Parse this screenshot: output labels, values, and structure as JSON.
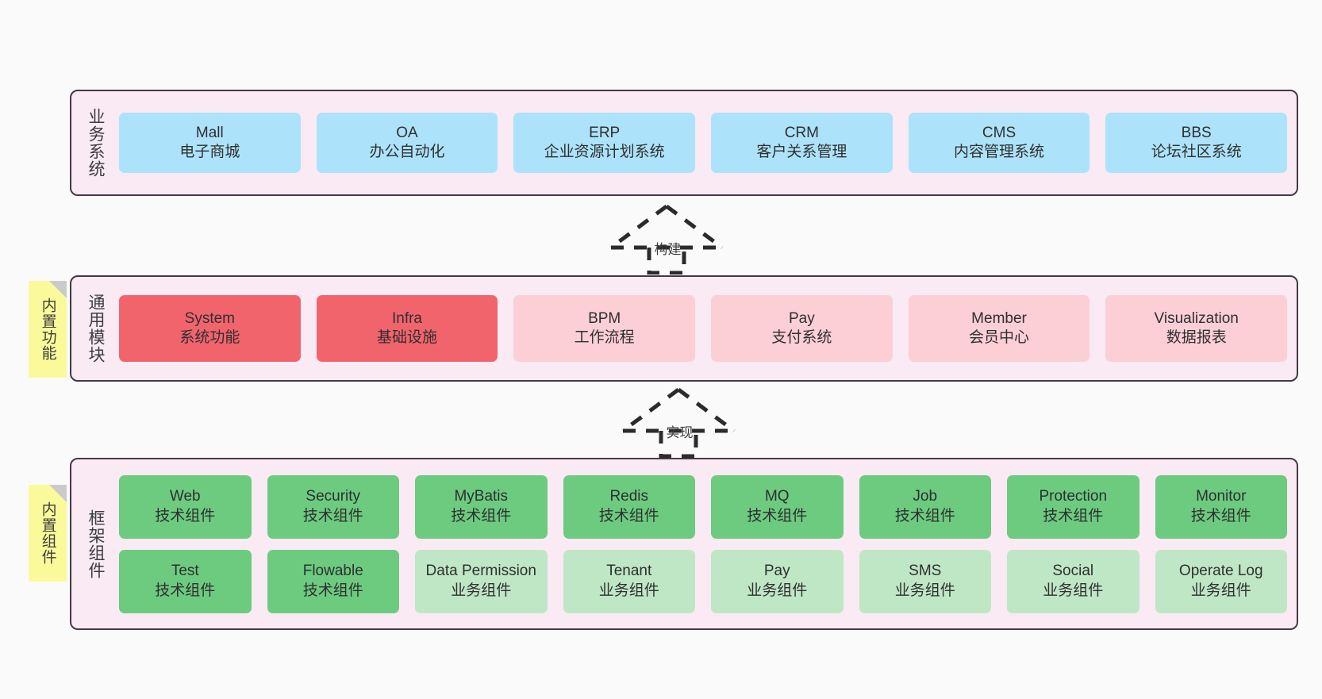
{
  "diagram": {
    "background": "#fafafa",
    "layer_bg": "#f9eaf4",
    "layer_border": "#413a44",
    "note_bg": "#fbfa9a",
    "colors": {
      "blue": "#ade3fa",
      "red_strong": "#f2646c",
      "red_light": "#fccfd6",
      "green_strong": "#6ccb7f",
      "green_light": "#bfe7c6"
    }
  },
  "layers": {
    "business": {
      "title": "业务系统",
      "items": [
        {
          "en": "Mall",
          "cn": "电子商城",
          "color": "blue"
        },
        {
          "en": "OA",
          "cn": "办公自动化",
          "color": "blue"
        },
        {
          "en": "ERP",
          "cn": "企业资源计划系统",
          "color": "blue"
        },
        {
          "en": "CRM",
          "cn": "客户关系管理",
          "color": "blue"
        },
        {
          "en": "CMS",
          "cn": "内容管理系统",
          "color": "blue"
        },
        {
          "en": "BBS",
          "cn": "论坛社区系统",
          "color": "blue"
        }
      ]
    },
    "common": {
      "title": "通用模块",
      "note": "内置功能",
      "items": [
        {
          "en": "System",
          "cn": "系统功能",
          "color": "red_strong"
        },
        {
          "en": "Infra",
          "cn": "基础设施",
          "color": "red_strong"
        },
        {
          "en": "BPM",
          "cn": "工作流程",
          "color": "red_light"
        },
        {
          "en": "Pay",
          "cn": "支付系统",
          "color": "red_light"
        },
        {
          "en": "Member",
          "cn": "会员中心",
          "color": "red_light"
        },
        {
          "en": "Visualization",
          "cn": "数据报表",
          "color": "red_light"
        }
      ]
    },
    "framework": {
      "title": "框架组件",
      "note": "内置组件",
      "row1": [
        {
          "en": "Web",
          "cn": "技术组件",
          "color": "green_strong"
        },
        {
          "en": "Security",
          "cn": "技术组件",
          "color": "green_strong"
        },
        {
          "en": "MyBatis",
          "cn": "技术组件",
          "color": "green_strong"
        },
        {
          "en": "Redis",
          "cn": "技术组件",
          "color": "green_strong"
        },
        {
          "en": "MQ",
          "cn": "技术组件",
          "color": "green_strong"
        },
        {
          "en": "Job",
          "cn": "技术组件",
          "color": "green_strong"
        },
        {
          "en": "Protection",
          "cn": "技术组件",
          "color": "green_strong"
        },
        {
          "en": "Monitor",
          "cn": "技术组件",
          "color": "green_strong"
        }
      ],
      "row2": [
        {
          "en": "Test",
          "cn": "技术组件",
          "color": "green_strong"
        },
        {
          "en": "Flowable",
          "cn": "技术组件",
          "color": "green_strong"
        },
        {
          "en": "Data Permission",
          "cn": "业务组件",
          "color": "green_light"
        },
        {
          "en": "Tenant",
          "cn": "业务组件",
          "color": "green_light"
        },
        {
          "en": "Pay",
          "cn": "业务组件",
          "color": "green_light"
        },
        {
          "en": "SMS",
          "cn": "业务组件",
          "color": "green_light"
        },
        {
          "en": "Social",
          "cn": "业务组件",
          "color": "green_light"
        },
        {
          "en": "Operate Log",
          "cn": "业务组件",
          "color": "green_light"
        }
      ]
    }
  },
  "arrows": {
    "build": "构建",
    "implement": "实现"
  }
}
